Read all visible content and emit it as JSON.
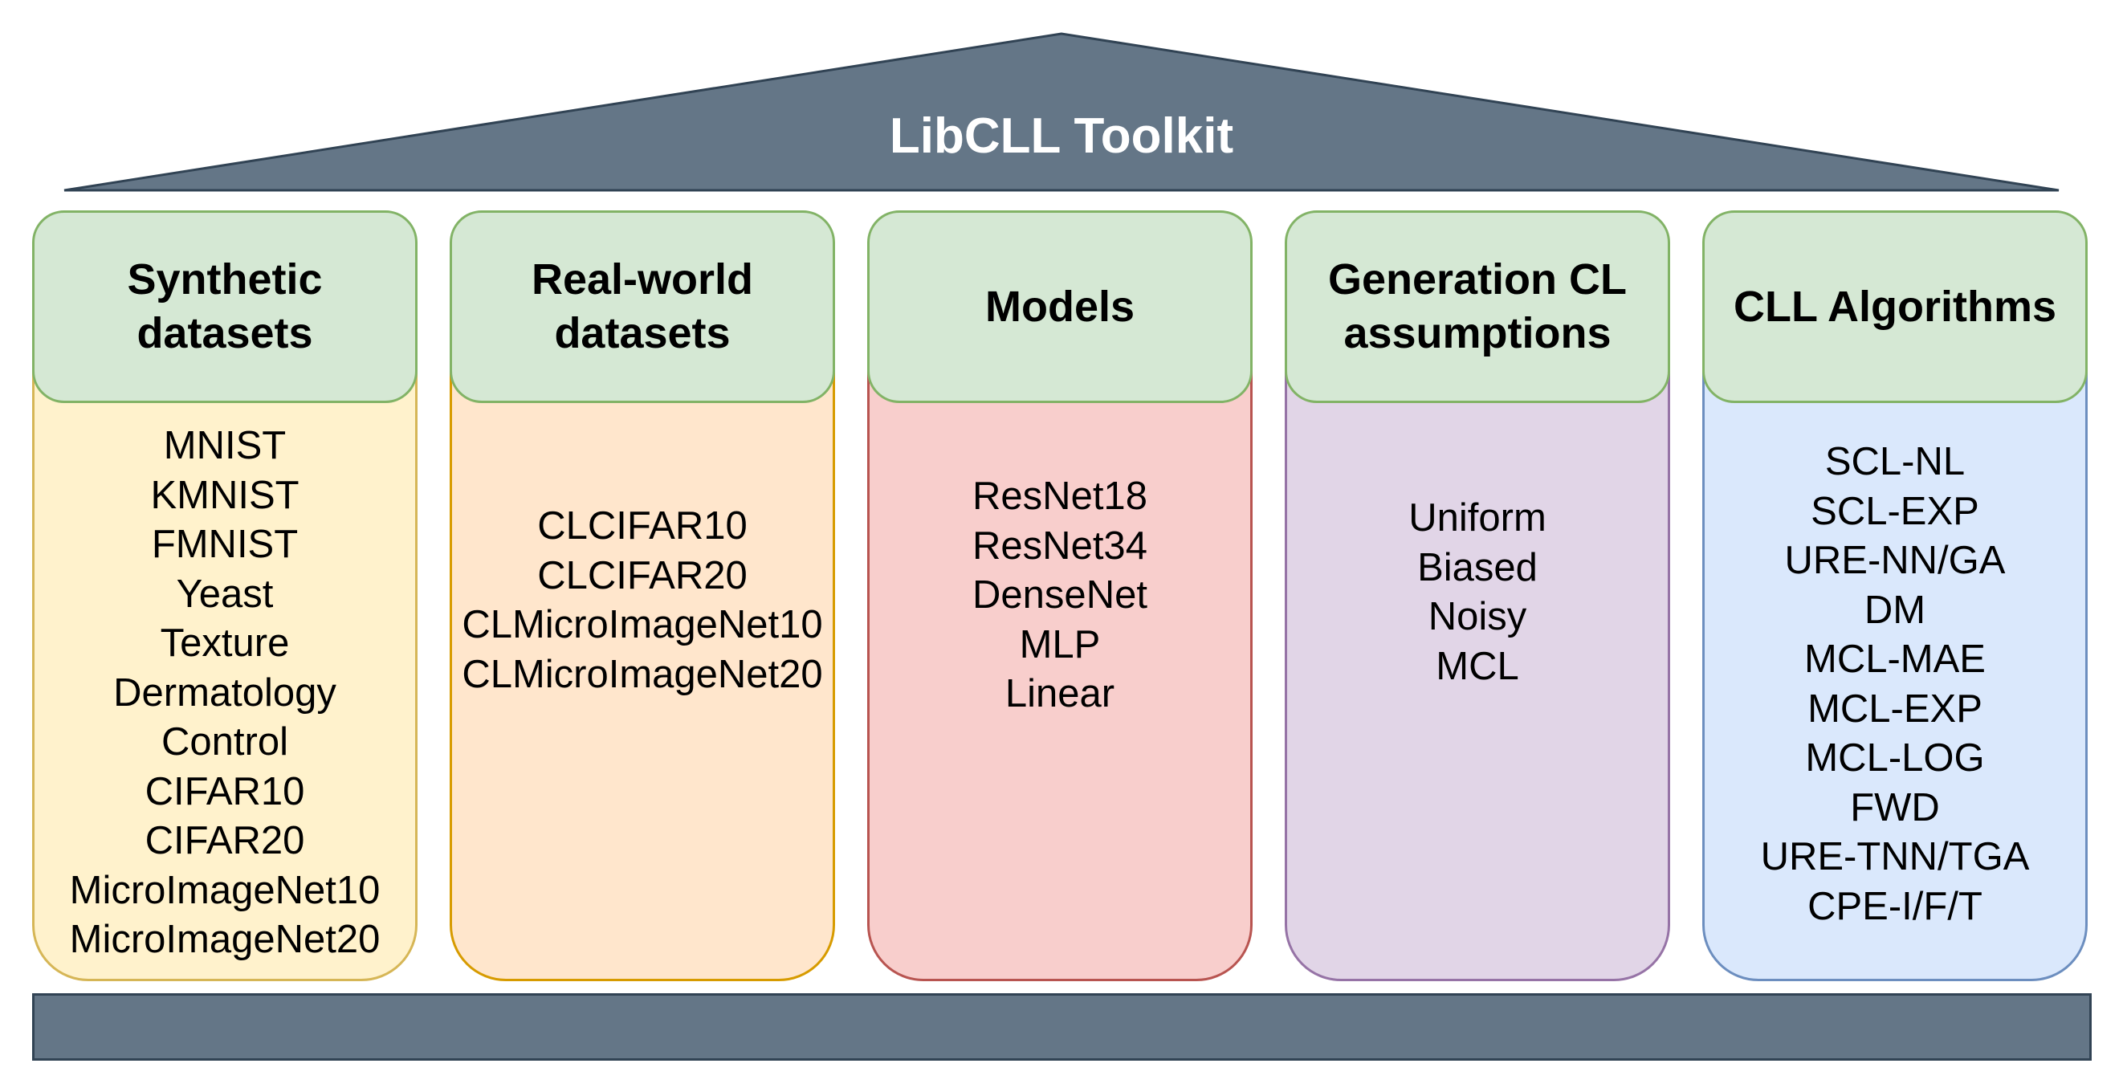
{
  "title": "LibCLL Toolkit",
  "colors": {
    "roof_fill": "#647687",
    "roof_stroke": "#314354",
    "header_fill": "#d5e8d4",
    "header_stroke": "#82b366"
  },
  "columns": [
    {
      "header": "Synthetic datasets",
      "fill": "#fff2cc",
      "stroke": "#d6b656",
      "items": [
        "MNIST",
        "KMNIST",
        "FMNIST",
        "Yeast",
        "Texture",
        "Dermatology",
        "Control",
        "CIFAR10",
        "CIFAR20",
        "MicroImageNet10",
        "MicroImageNet20"
      ]
    },
    {
      "header": "Real-world datasets",
      "fill": "#ffe6cc",
      "stroke": "#d79b00",
      "items": [
        "CLCIFAR10",
        "CLCIFAR20",
        "CLMicroImageNet10",
        "CLMicroImageNet20"
      ]
    },
    {
      "header": "Models",
      "fill": "#f8cecc",
      "stroke": "#b85450",
      "items": [
        "ResNet18",
        "ResNet34",
        "DenseNet",
        "MLP",
        "Linear"
      ]
    },
    {
      "header": "Generation CL assumptions",
      "fill": "#e1d5e7",
      "stroke": "#9673a6",
      "items": [
        "Uniform",
        "Biased",
        "Noisy",
        "MCL"
      ]
    },
    {
      "header": "CLL Algorithms",
      "fill": "#dae8fc",
      "stroke": "#6c8ebf",
      "items": [
        "SCL-NL",
        "SCL-EXP",
        "URE-NN/GA",
        "DM",
        "MCL-MAE",
        "MCL-EXP",
        "MCL-LOG",
        "FWD",
        "URE-TNN/TGA",
        "CPE-I/F/T"
      ]
    }
  ]
}
